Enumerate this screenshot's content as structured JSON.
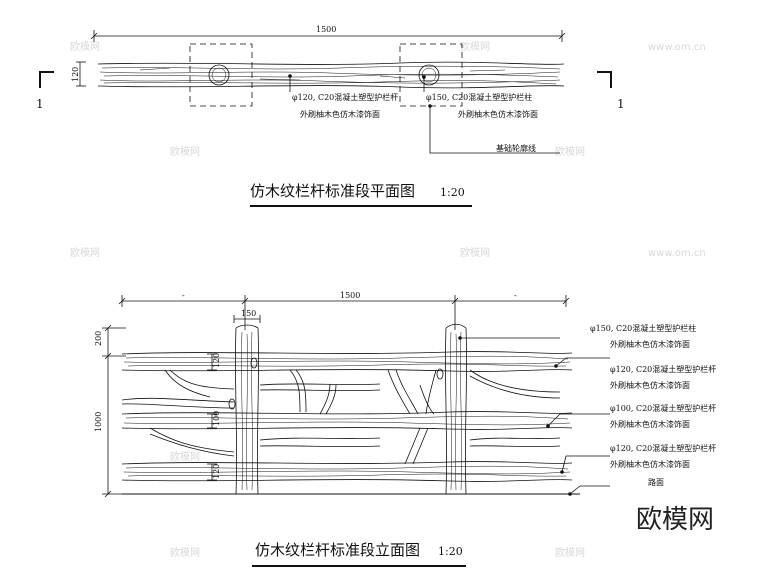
{
  "colors": {
    "ink": "#111111",
    "bark": "#222222",
    "watermark": "#d8d8d8"
  },
  "plan": {
    "dim_span": "1500",
    "dim_depth": "120",
    "section_mark_left": "1",
    "section_mark_right": "1",
    "callout_rail_1": "φ120, C20混凝土塑型护栏杆",
    "callout_rail_2": "外刷柚木色仿木漆饰面",
    "callout_post_1": "φ150, C20混凝土塑型护栏柱",
    "callout_post_2": "外刷柚木色仿木漆饰面",
    "callout_foundation": "基础轮廓线",
    "title": "仿木纹栏杆标准段平面图",
    "scale": "1:20"
  },
  "elevation": {
    "dim_span": "1500",
    "dim_post": "150",
    "dim_left_upper": "-",
    "dim_right_upper": "-",
    "dim_top": "200",
    "dim_height": "1000",
    "dim_rail_top": "120",
    "dim_rail_mid": "100",
    "dim_rail_bot": "120",
    "callout_post_1": "φ150, C20混凝土塑型护栏柱",
    "callout_post_2": "外刷柚木色仿木漆饰面",
    "callout_rail_1": "φ120, C20混凝土塑型护栏杆",
    "callout_rail_2": "外刷柚木色仿木漆饰面",
    "callout_mid_1": "φ100, C20混凝土塑型护栏杆",
    "callout_mid_2": "外刷柚木色仿木漆饰面",
    "callout_bot_1": "φ120, C20混凝土塑型护栏杆",
    "callout_bot_2": "外刷柚木色仿木漆饰面",
    "callout_ground": "路面",
    "title": "仿木纹栏杆标准段立面图",
    "scale": "1:20"
  },
  "logo": "欧模网",
  "watermarks": [
    "欧模网",
    "www.om.cn"
  ]
}
